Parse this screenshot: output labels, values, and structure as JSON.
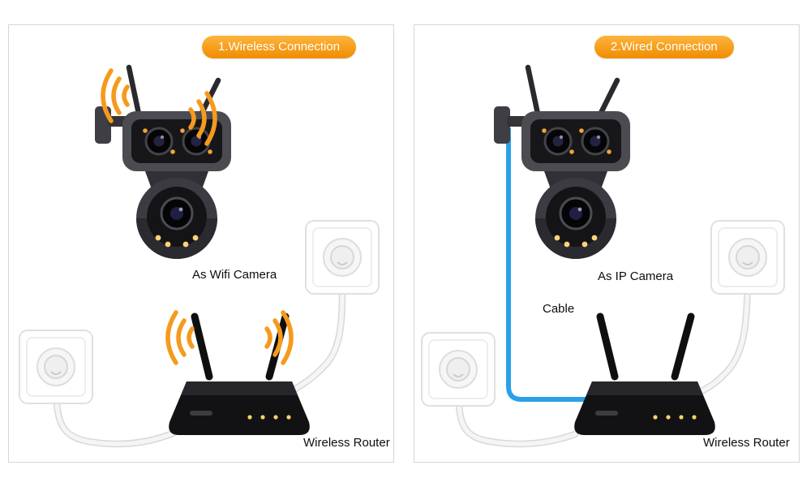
{
  "panels": [
    {
      "badge": "1.Wireless Connection",
      "camera_label": "As Wifi Camera",
      "router_label": "Wireless Router"
    },
    {
      "badge": "2.Wired Connection",
      "camera_label": "As IP Camera",
      "cable_label": "Cable",
      "router_label": "Wireless Router"
    }
  ],
  "colors": {
    "badge_top": "#fcb53e",
    "badge_bottom": "#f08c00",
    "badge_text": "#ffffff",
    "panel_border": "#d6d6d6",
    "wifi_wave": "#f59a1d",
    "cable_blue": "#2aa0e8",
    "cable_white": "#f5f5f5",
    "label_text": "#0d0d0d"
  }
}
